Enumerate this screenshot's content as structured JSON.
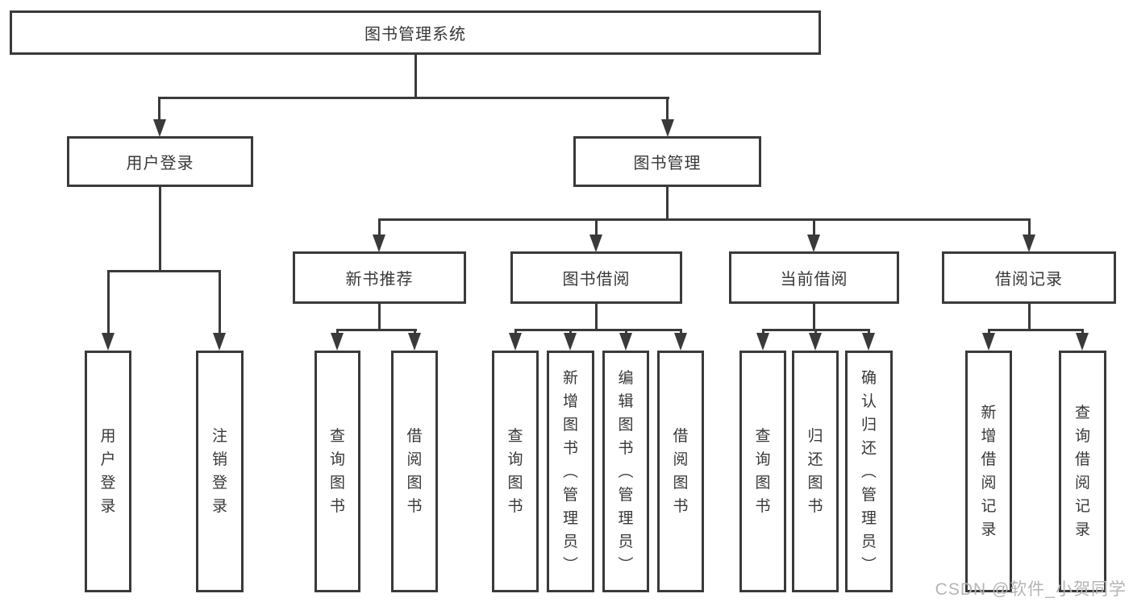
{
  "colors": {
    "line": "#3a3a3a",
    "text": "#383838",
    "background": "#ffffff",
    "watermark": "#b5b5b5"
  },
  "root": {
    "label": "图书管理系统"
  },
  "tree": {
    "user_login": {
      "label": "用户登录",
      "children": [
        {
          "label": "用户登录"
        },
        {
          "label": "注销登录"
        }
      ]
    },
    "book_management": {
      "label": "图书管理",
      "sections": [
        {
          "label": "新书推荐",
          "children": [
            {
              "label": "查询图书"
            },
            {
              "label": "借阅图书"
            }
          ]
        },
        {
          "label": "图书借阅",
          "children": [
            {
              "label": "查询图书"
            },
            {
              "label": "新增图书（管理员）"
            },
            {
              "label": "编辑图书（管理员）"
            },
            {
              "label": "借阅图书"
            }
          ]
        },
        {
          "label": "当前借阅",
          "children": [
            {
              "label": "查询图书"
            },
            {
              "label": "归还图书"
            },
            {
              "label": "确认归还（管理员）"
            }
          ]
        },
        {
          "label": "借阅记录",
          "children": [
            {
              "label": "新增借阅记录"
            },
            {
              "label": "查询借阅记录"
            }
          ]
        }
      ]
    }
  },
  "watermark": {
    "text": "CSDN @软件_小贺同学"
  }
}
